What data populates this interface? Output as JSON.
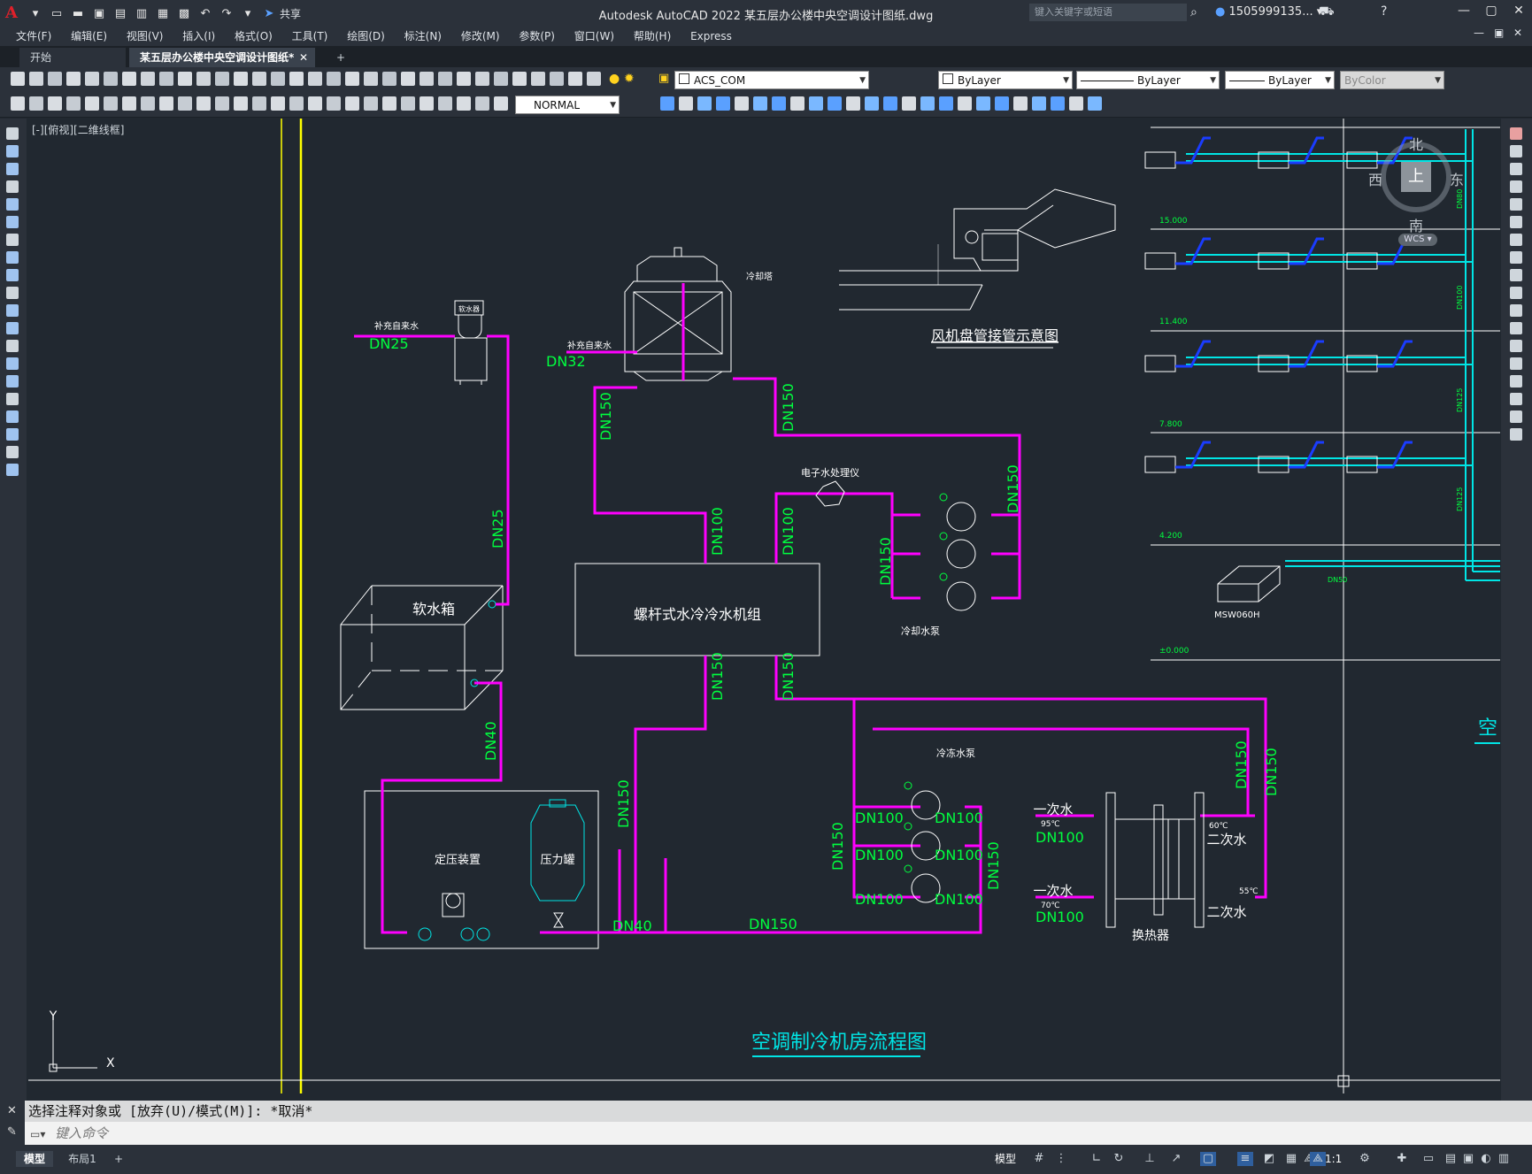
{
  "app": {
    "title": "Autodesk AutoCAD 2022    某五层办公楼中央空调设计图纸.dwg",
    "share_label": "共享",
    "search_placeholder": "键入关键字或短语",
    "user": "1505999135...",
    "logo": "A"
  },
  "menu": [
    "文件(F)",
    "编辑(E)",
    "视图(V)",
    "插入(I)",
    "格式(O)",
    "工具(T)",
    "绘图(D)",
    "标注(N)",
    "修改(M)",
    "参数(P)",
    "窗口(W)",
    "帮助(H)",
    "Express"
  ],
  "tabs": {
    "start": "开始",
    "active": "某五层办公楼中央空调设计图纸*",
    "close": "✕",
    "add": "+"
  },
  "toolbar": {
    "layer_value": "ACS_COM",
    "color_value": "ByLayer",
    "linetype_value": "ByLayer",
    "lineweight_value": "ByLayer",
    "plotstyle_value": "ByColor",
    "dimstyle_value": "NORMAL"
  },
  "viewport": {
    "label": "[-][俯视][二维线框]"
  },
  "viewcube": {
    "north": "北",
    "south": "南",
    "west": "西",
    "east": "东",
    "top": "上",
    "wcs": "WCS"
  },
  "drawing": {
    "main_title": "空调制冷机房流程图",
    "fan_coil_title": "风机盘管接管示意图",
    "chiller": "螺杆式水冷冷水机组",
    "soft_tank": "软水箱",
    "softener": "软水器",
    "pressure_device": "定压装置",
    "pressure_tank": "压力罐",
    "cooling_tower": "冷却塔",
    "water_treatment": "电子水处理仪",
    "cooling_pump": "冷却水泵",
    "chilled_pump": "冷冻水泵",
    "heat_exchanger": "换热器",
    "makeup_water": "补充自来水",
    "primary_water": "一次水",
    "secondary_water": "二次水",
    "temp_95": "95℃",
    "temp_70": "70℃",
    "temp_60": "60℃",
    "temp_55": "55℃",
    "unit_model": "MSW060H",
    "pipe_labels": {
      "dn25a": "DN25",
      "dn25b": "DN25",
      "dn32": "DN32",
      "dn40a": "DN40",
      "dn40b": "DN40",
      "dn100": "DN100",
      "dn150": "DN150"
    },
    "elevations": [
      "15.000",
      "11.400",
      "7.800",
      "4.200",
      "±0.000"
    ],
    "riser_labels": [
      "DN80",
      "DN100",
      "DN125",
      "DN125",
      "DN50"
    ],
    "right_edge_text": "空"
  },
  "command": {
    "history": "选择注释对象或 [放弃(U)/模式(M)]: *取消*",
    "placeholder": "键入命令"
  },
  "status": {
    "tab_model": "模型",
    "tab_layout": "布局1",
    "add": "+",
    "model_label": "模型",
    "scale": "1:1"
  },
  "colors": {
    "magenta": "#ff00ff",
    "green": "#00ff3f",
    "cyan": "#00e5e5",
    "blue": "#1a3cff",
    "yellow": "#ffff00",
    "white": "#ffffff",
    "accent": "#e0202a"
  }
}
